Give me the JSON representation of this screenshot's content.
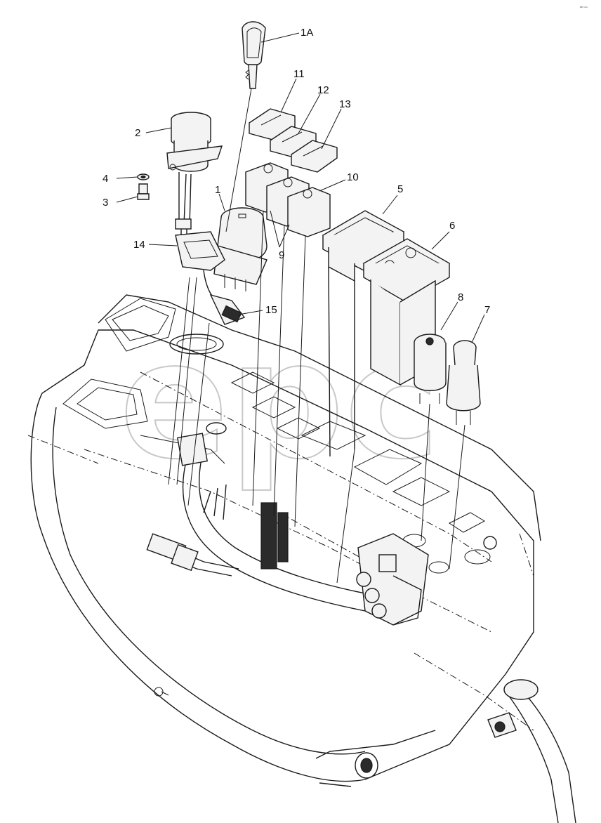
{
  "corner_text": "ᵃᵖ ⁿⁿⁿ",
  "watermark_text": "epc",
  "callouts": {
    "c1A": "1A",
    "c1": "1",
    "c2": "2",
    "c3": "3",
    "c4": "4",
    "c5": "5",
    "c6": "6",
    "c7": "7",
    "c8": "8",
    "c9": "9",
    "c10": "10",
    "c11": "11",
    "c12": "12",
    "c13": "13",
    "c14": "14",
    "c15": "15"
  },
  "icons": [
    "key-icon",
    "ignition-switch-icon",
    "rocker-switch-icon",
    "control-panel-icon",
    "pressure-switch-icon",
    "push-button-icon"
  ]
}
